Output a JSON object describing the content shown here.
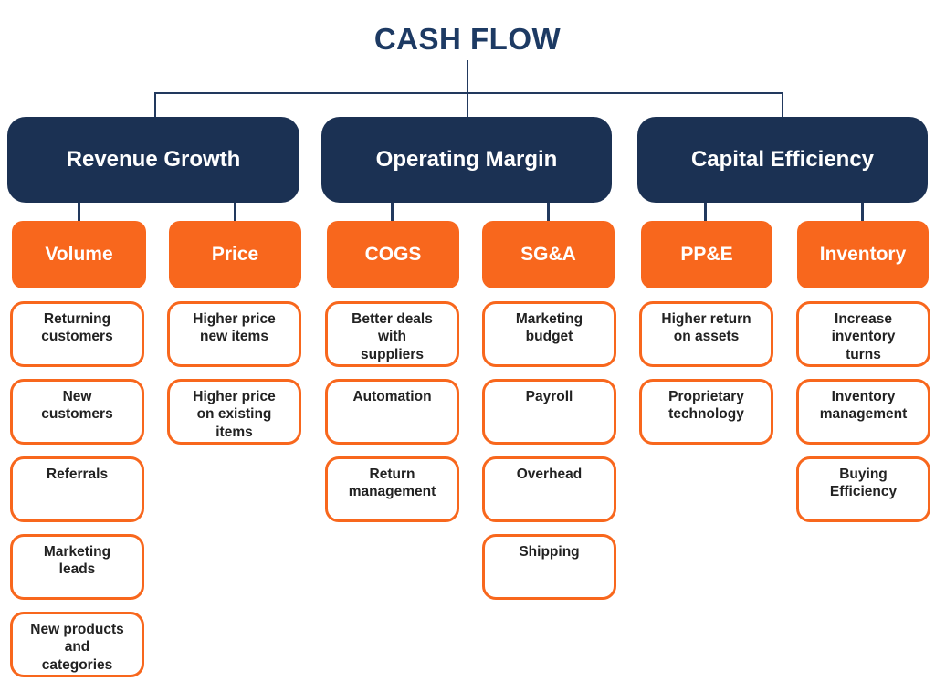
{
  "title": "CASH FLOW",
  "colors": {
    "navy_box": "#1b3153",
    "title_navy": "#1d3a63",
    "connector_navy": "#22395e",
    "orange": "#f8671d",
    "leaf_text": "#222222",
    "background": "#ffffff"
  },
  "branches": [
    {
      "label": "Revenue Growth",
      "categories": [
        {
          "label": "Volume",
          "items": [
            "Returning\ncustomers",
            "New\ncustomers",
            "Referrals",
            "Marketing\nleads",
            "New products\nand\ncategories"
          ]
        },
        {
          "label": "Price",
          "items": [
            "Higher price\nnew items",
            "Higher price\non existing\nitems"
          ]
        }
      ]
    },
    {
      "label": "Operating Margin",
      "categories": [
        {
          "label": "COGS",
          "items": [
            "Better deals\nwith\nsuppliers",
            "Automation",
            "Return\nmanagement"
          ]
        },
        {
          "label": "SG&A",
          "items": [
            "Marketing\nbudget",
            "Payroll",
            "Overhead",
            "Shipping"
          ]
        }
      ]
    },
    {
      "label": "Capital Efficiency",
      "categories": [
        {
          "label": "PP&E",
          "items": [
            "Higher return\non assets",
            "Proprietary\ntechnology"
          ]
        },
        {
          "label": "Inventory",
          "items": [
            "Increase\ninventory\nturns",
            "Inventory\nmanagement",
            "Buying\nEfficiency"
          ]
        }
      ]
    }
  ]
}
